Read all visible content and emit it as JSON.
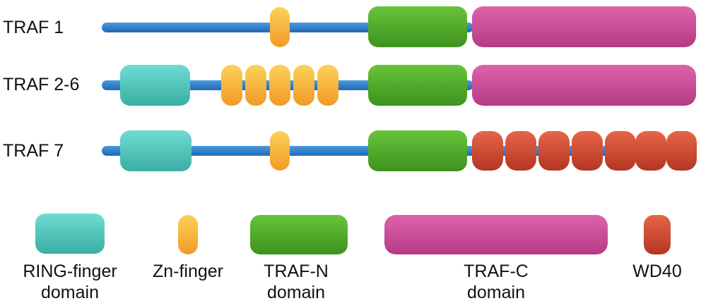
{
  "colors": {
    "backbone": "#2f7fce",
    "ring": "#54c7bd",
    "zn": "#f6b63a",
    "trafn": "#4fae2e",
    "trafc": "#cc4b97",
    "wd40": "#cd4a35"
  },
  "rows": [
    {
      "label": "TRAF 1",
      "domains": [
        "zn",
        "trafn",
        "trafc"
      ]
    },
    {
      "label": "TRAF 2-6",
      "domains": [
        "ring",
        "zn",
        "zn",
        "zn",
        "zn",
        "zn",
        "trafn",
        "trafc"
      ]
    },
    {
      "label": "TRAF 7",
      "domains": [
        "ring",
        "zn",
        "trafn",
        "wd40",
        "wd40",
        "wd40",
        "wd40",
        "wd40",
        "wd40",
        "wd40"
      ]
    }
  ],
  "legend": [
    {
      "type": "ring",
      "line1": "RING-finger",
      "line2": "domain"
    },
    {
      "type": "zn",
      "line1": "Zn-finger",
      "line2": ""
    },
    {
      "type": "trafn",
      "line1": "TRAF-N",
      "line2": "domain"
    },
    {
      "type": "trafc",
      "line1": "TRAF-C",
      "line2": "domain"
    },
    {
      "type": "wd40",
      "line1": "WD40",
      "line2": ""
    }
  ]
}
